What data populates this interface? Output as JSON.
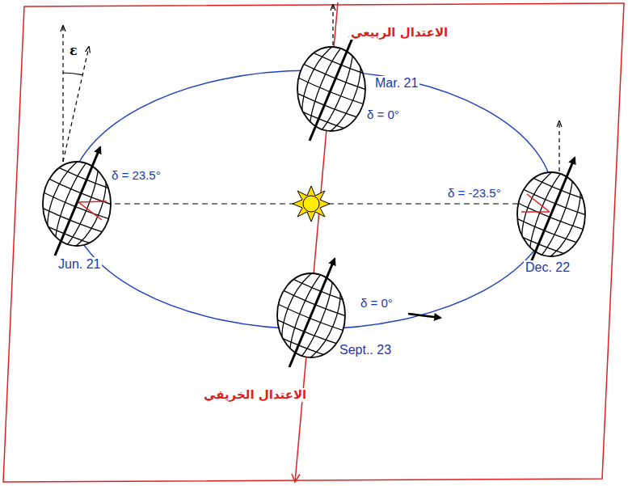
{
  "diagram": {
    "labels": [
      "الاعتدال الربيعي",
      "Mar. 21",
      "δ = 0°",
      "ε",
      "δ = 23.5°",
      "δ = -23.5°",
      "Jun. 21",
      "Dec. 22",
      "δ = 0°",
      "Sept.. 23",
      "الاعتدال الخريفي"
    ]
  }
}
